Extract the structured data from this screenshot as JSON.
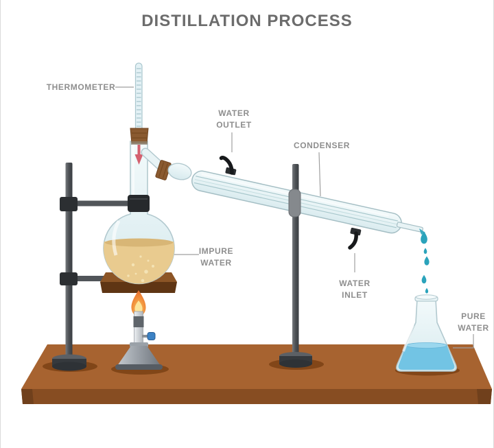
{
  "title": "DISTILLATION PROCESS",
  "labels": {
    "thermometer": "THERMOMETER",
    "water_outlet": [
      "WATER",
      "OUTLET"
    ],
    "condenser": "CONDENSER",
    "impure_water": [
      "IMPURE",
      "WATER"
    ],
    "water_inlet": [
      "WATER",
      "INLET"
    ],
    "pure_water": [
      "PURE",
      "WATER"
    ]
  },
  "colors": {
    "title_text": "#6c6c6c",
    "label_text": "#8e8e8e",
    "connector_line": "#9f9f9f",
    "table_top": "#a76330",
    "table_front": "#874d22",
    "table_side": "#70401c",
    "table_shadow": "#7b4114",
    "impure_liquid": "#e9cb8f",
    "impure_liquid_surface": "#d8b676",
    "pure_water": "#72c4e4",
    "pure_water_surface": "#9bd7ee",
    "droplet": "#2aa3bb",
    "glass_stroke": "#b2c9cf",
    "cork": "#8a5a30",
    "stand_metal": "#55585c",
    "clamp_dark": "#26292c",
    "flame_inner": "#fce49a",
    "valve_blue": "#3c82c4",
    "indicator_red": "#d4606f"
  }
}
